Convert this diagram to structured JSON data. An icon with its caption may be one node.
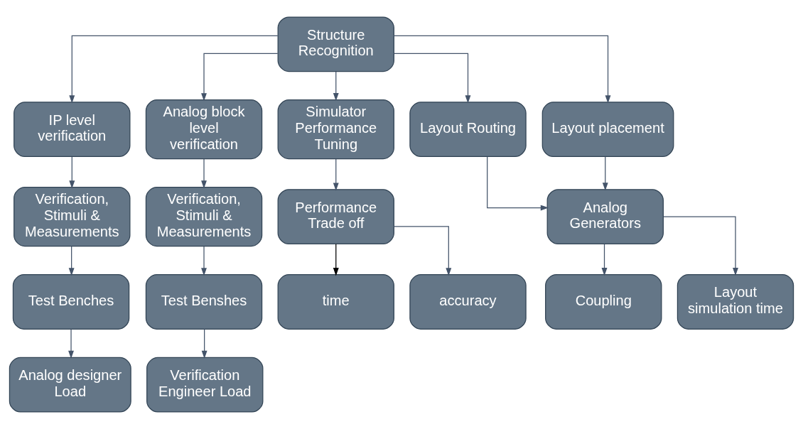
{
  "diagram": {
    "nodes": [
      {
        "text": [
          "Structure Recognition"
        ]
      },
      {
        "text": [
          "IP level verification"
        ]
      },
      {
        "text": [
          "Analog block level verification"
        ]
      },
      {
        "text": [
          "Simulator Performance Tuning"
        ]
      },
      {
        "text": [
          "Layout Routing"
        ]
      },
      {
        "text": [
          "Layout placement"
        ]
      },
      {
        "text": [
          "Verification, Stimuli & Measurements"
        ]
      },
      {
        "text": [
          "Verification, Stimuli & Measurements"
        ]
      },
      {
        "text": [
          "Performance Trade off"
        ]
      },
      {
        "text": [
          "Analog Generators"
        ]
      },
      {
        "text": [
          "Test Benches"
        ]
      },
      {
        "text": [
          "Test Benshes"
        ]
      },
      {
        "text": [
          "time"
        ]
      },
      {
        "text": [
          "accuracy"
        ]
      },
      {
        "text": [
          "Coupling"
        ]
      },
      {
        "text": [
          "Layout simulation time"
        ]
      },
      {
        "text": [
          "Analog designer Load"
        ]
      },
      {
        "text": [
          "Verification Engineer Load"
        ]
      }
    ],
    "edges": [
      {
        "from": 0,
        "to": 1,
        "arrow": "to"
      },
      {
        "from": 0,
        "to": 2,
        "arrow": "to"
      },
      {
        "from": 0,
        "to": 3,
        "arrow": "to"
      },
      {
        "from": 0,
        "to": 4,
        "arrow": "to"
      },
      {
        "from": 0,
        "to": 5,
        "arrow": "to"
      },
      {
        "from": 1,
        "to": 6,
        "arrow": "to"
      },
      {
        "from": 2,
        "to": 7,
        "arrow": "to"
      },
      {
        "from": 3,
        "to": 8,
        "arrow": "to"
      },
      {
        "from": 4,
        "to": 9,
        "arrow": "to"
      },
      {
        "from": 5,
        "to": 9,
        "arrow": "to"
      },
      {
        "from": 6,
        "to": 10,
        "arrow": "to"
      },
      {
        "from": 7,
        "to": 11,
        "arrow": "to"
      },
      {
        "from": 8,
        "to": 12,
        "arrow": "to",
        "color": "#000000"
      },
      {
        "from": 8,
        "to": 13,
        "arrow": "to"
      },
      {
        "from": 9,
        "to": 14,
        "arrow": "to"
      },
      {
        "from": 9,
        "to": 15,
        "arrow": "to"
      },
      {
        "from": 10,
        "to": 16,
        "arrow": "to"
      },
      {
        "from": 11,
        "to": 17,
        "arrow": "to"
      }
    ]
  }
}
